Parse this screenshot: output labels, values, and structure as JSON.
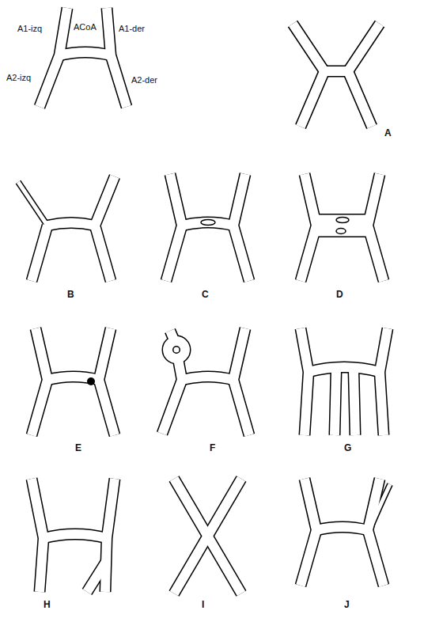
{
  "diagram": {
    "labels": [
      "A1-izq",
      "ACoA",
      "A1-der",
      "A2-izq",
      "A2-der",
      "A",
      "B",
      "C",
      "D",
      "E",
      "F",
      "G",
      "H",
      "I",
      "J"
    ]
  }
}
